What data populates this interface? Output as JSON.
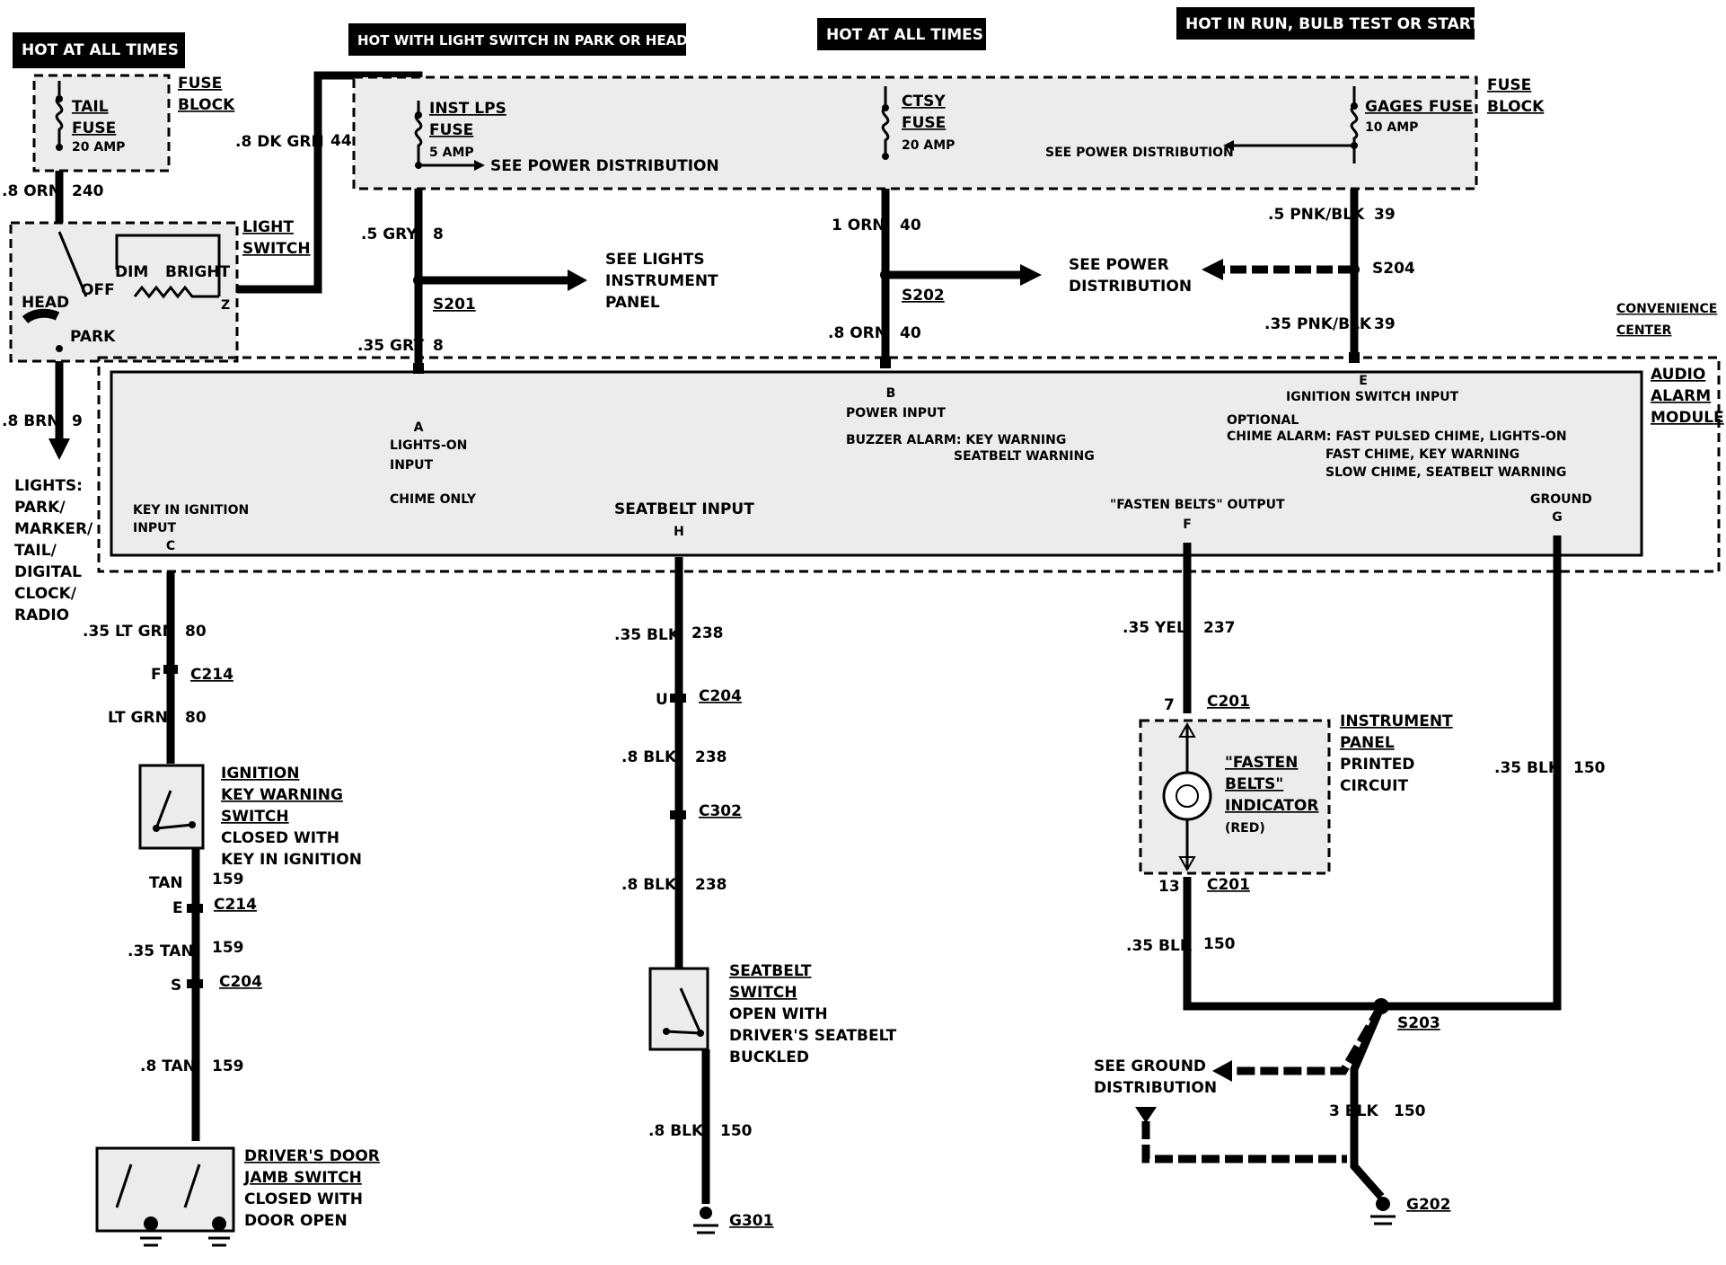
{
  "headers": {
    "hot_all_times_1": "HOT AT ALL TIMES",
    "hot_light_switch": "HOT WITH LIGHT SWITCH IN PARK OR HEAD",
    "hot_all_times_2": "HOT AT ALL TIMES",
    "hot_run": "HOT IN RUN,  BULB TEST OR START"
  },
  "fuse_block_left": {
    "fuse_label": [
      "TAIL",
      "FUSE"
    ],
    "amp": "20 AMP",
    "block_label": [
      "FUSE",
      "BLOCK"
    ]
  },
  "fuse_block_main": {
    "inst_fuse": [
      "INST LPS",
      "FUSE"
    ],
    "inst_amp": "5 AMP",
    "see_power_1": "SEE POWER DISTRIBUTION",
    "ctsy_fuse": [
      "CTSY",
      "FUSE"
    ],
    "ctsy_amp": "20 AMP",
    "see_power_2": "SEE POWER DISTRIBUTION",
    "gages_fuse": "GAGES FUSE",
    "gages_amp": "10 AMP",
    "block_label": [
      "FUSE",
      "BLOCK"
    ]
  },
  "light_switch": {
    "label": [
      "LIGHT",
      "SWITCH"
    ],
    "dim": "DIM",
    "bright": "BRIGHT",
    "off": "OFF",
    "head": "HEAD",
    "park": "PARK",
    "pin_z": "Z"
  },
  "wires": {
    "w_8orn": ".8 ORN",
    "c_240": "240",
    "w_8dkgrn": ".8 DK GRN",
    "c_44": "44",
    "w_5gry": ".5 GRY",
    "c_8a": "8",
    "w_35gry": ".35 GRY",
    "c_8b": "8",
    "w_1orn": "1 ORN",
    "c_40a": "40",
    "w_8orn2": ".8 ORN",
    "c_40b": "40",
    "w_5pnkblk": ".5 PNK/BLK",
    "c_39a": "39",
    "w_35pnkblk": ".35 PNK/BLK",
    "c_39b": "39",
    "w_8brn": ".8 BRN",
    "c_9": "9",
    "w_35ltgrn": ".35 LT GRN",
    "c_80a": "80",
    "w_ltgrn": "LT GRN",
    "c_80b": "80",
    "w_tan": "TAN",
    "c_159a": "159",
    "w_35tan": ".35 TAN",
    "c_159b": "159",
    "w_8tan": ".8 TAN",
    "c_159c": "159",
    "w_35blk_238": ".35 BLK",
    "c_238a": "238",
    "w_8blk_238a": ".8 BLK",
    "c_238b": "238",
    "w_8blk_238b": ".8 BLK",
    "c_238c": "238",
    "w_8blk_150": ".8 BLK",
    "c_150a": "150",
    "w_35yel": ".35 YEL",
    "c_237": "237",
    "w_35blk_150a": ".35 BLK",
    "c_150b": "150",
    "w_35blk_150b": ".35 BLK",
    "c_150c": "150",
    "w_3blk": "3 BLK",
    "c_150d": "150"
  },
  "splices": {
    "s201": "S201",
    "s202": "S202",
    "s204": "S204",
    "s203": "S203"
  },
  "connectors": {
    "c214_f": "F",
    "c214a": "C214",
    "c214_e": "E",
    "c214b": "C214",
    "c204_s": "S",
    "c204a": "C204",
    "c204_u": "U",
    "c204b": "C204",
    "c302": "C302",
    "c201_7": "7",
    "c201a": "C201",
    "c201_13": "13",
    "c201b": "C201"
  },
  "grounds": {
    "g301": "G301",
    "g202": "G202"
  },
  "refs": {
    "see_lights": [
      "SEE LIGHTS",
      "INSTRUMENT",
      "PANEL"
    ],
    "see_power_dist": [
      "SEE POWER",
      "DISTRIBUTION"
    ],
    "see_ground": [
      "SEE GROUND",
      "DISTRIBUTION"
    ],
    "lights_list": [
      "LIGHTS:",
      "PARK/",
      "MARKER/",
      "TAIL/",
      "DIGITAL",
      "CLOCK/",
      "RADIO"
    ]
  },
  "module": {
    "center_label": [
      "CONVENIENCE",
      "CENTER"
    ],
    "module_label": [
      "AUDIO",
      "ALARM",
      "MODULE"
    ],
    "pin_a": "A",
    "lights_on": [
      "LIGHTS-ON",
      "INPUT"
    ],
    "chime_only": "CHIME ONLY",
    "pin_b": "B",
    "power_input": "POWER INPUT",
    "buzzer_alarm": "BUZZER ALARM: KEY WARNING",
    "seatbelt_warning": "SEATBELT WARNING",
    "pin_e": "E",
    "ignition_input": "IGNITION SWITCH INPUT",
    "optional": "OPTIONAL",
    "chime_alarm": "CHIME ALARM: FAST PULSED CHIME, LIGHTS-ON",
    "fast_chime": "FAST CHIME, KEY WARNING",
    "slow_chime": "SLOW CHIME, SEATBELT WARNING",
    "key_in_ign": [
      "KEY IN IGNITION",
      "INPUT"
    ],
    "pin_c": "C",
    "seatbelt_input": "SEATBELT INPUT",
    "pin_h": "H",
    "fasten_output": "\"FASTEN BELTS\" OUTPUT",
    "pin_f": "F",
    "ground": "GROUND",
    "pin_g": "G"
  },
  "components": {
    "ign_switch": [
      "IGNITION",
      "KEY WARNING",
      "SWITCH",
      "CLOSED WITH",
      "KEY IN IGNITION"
    ],
    "door_switch": [
      "DRIVER'S DOOR",
      "JAMB SWITCH",
      "CLOSED WITH",
      "DOOR OPEN"
    ],
    "seatbelt_switch": [
      "SEATBELT",
      "SWITCH",
      "OPEN WITH",
      "DRIVER'S SEATBELT",
      "BUCKLED"
    ],
    "indicator": [
      "\"FASTEN",
      "BELTS\"",
      "INDICATOR",
      "(RED)"
    ],
    "ip_circuit": [
      "INSTRUMENT",
      "PANEL",
      "PRINTED",
      "CIRCUIT"
    ]
  }
}
